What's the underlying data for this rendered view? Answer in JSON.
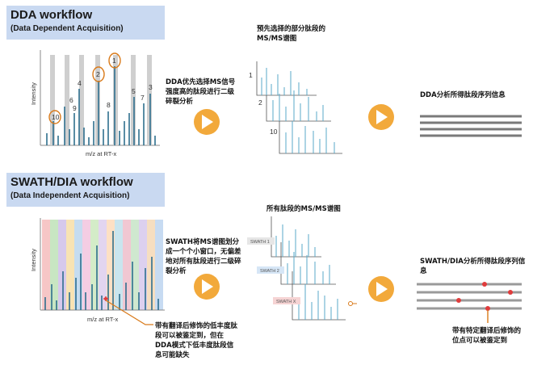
{
  "dda": {
    "title": "DDA workflow",
    "subtitle": "(Data Dependent Acquisition)",
    "y_axis": "Intensity",
    "x_axis": "m/z at RT-x",
    "peak_labels": [
      "10",
      "6",
      "9",
      "4",
      "2",
      "1",
      "8",
      "5",
      "3",
      "7"
    ],
    "step1_text": "DDA优先选择MS信号强度高的肽段进行二级碎裂分析",
    "spectra_title": "预先选择的部分肽段的MS/MS谱图",
    "spectra_labels": [
      "1",
      "2",
      "10"
    ],
    "result_text": "DDA分析所得肽段序列信息"
  },
  "swath": {
    "title": "SWATH/DIA workflow",
    "subtitle": "(Data Independent Acquisition)",
    "y_axis": "Intensity",
    "x_axis": "m/z at RT-x",
    "step1_text": "SWATH将MS谱图划分成一个个小窗口，无偏差地对所有肽段进行二级碎裂分析",
    "spectra_title": "所有肽段的MS/MS谱图",
    "window_labels": [
      "SWATH 1",
      "SWATH 2",
      "SWATH X"
    ],
    "result_text": "SWATH/DIA分析所得肽段序列信息",
    "note_left": "带有翻译后修饰的低丰度肽段可以被鉴定到，但在DDA模式下低丰度肽段信息可能缺失",
    "note_right": "带有特定翻译后修饰的位点可以被鉴定到"
  },
  "colors": {
    "title_bg": "#c9d9f1",
    "arrow": "#f2a93b",
    "peak": "#2e6f8e",
    "highlight": "#d97a1a",
    "marker": "#e03c3c"
  }
}
